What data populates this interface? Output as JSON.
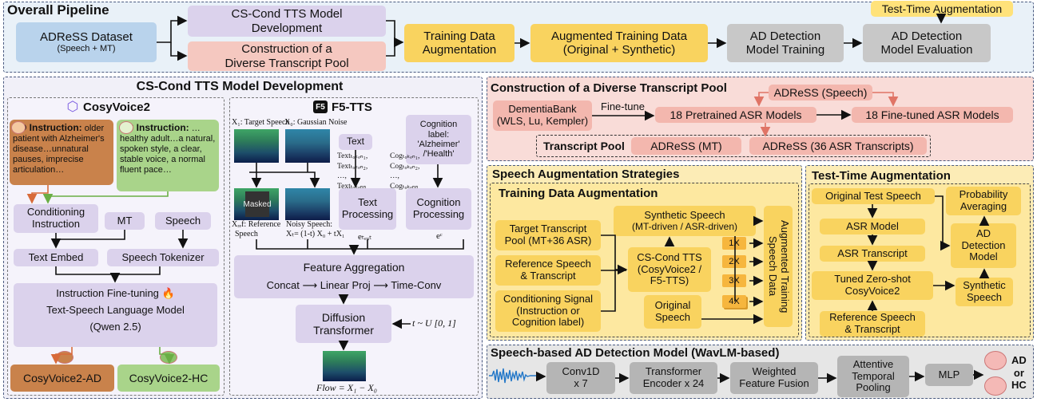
{
  "overall": {
    "title": "Overall Pipeline",
    "tta_label": "Test-Time Augmentation",
    "adress": [
      "ADReSS Dataset",
      "(Speech + MT)"
    ],
    "cscond": [
      "CS-Cond TTS Model",
      "Development"
    ],
    "construction": [
      "Construction of a",
      "Diverse Transcript Pool"
    ],
    "tda": [
      "Training Data",
      "Augmentation"
    ],
    "atd": [
      "Augmented Training Data",
      "(Original + Synthetic)"
    ],
    "adtrain": [
      "AD Detection",
      "Model Training"
    ],
    "adeval": [
      "AD Detection",
      "Model Evaluation"
    ]
  },
  "cscond_dev": {
    "title": "CS-Cond TTS Model Development",
    "cosy": {
      "title": "CosyVoice2",
      "ad_instr_head": "AD Instruction:",
      "ad_instr": "older patient with Alzheimer's disease…unnatural pauses, imprecise articulation…",
      "hc_instr_head": "HC Instruction:",
      "hc_instr": "…healthy adult…a natural, spoken style, a clear, stable voice, a normal fluent pace…",
      "cond_instr": [
        "Conditioning",
        "Instruction"
      ],
      "mt": "MT",
      "speech": "Speech",
      "text_embed": "Text Embed",
      "speech_tok": "Speech Tokenizer",
      "ift": "Instruction Fine-tuning",
      "tslm": "Text-Speech Language Model",
      "qwen": "(Qwen 2.5)",
      "out_ad": "CosyVoice2-AD",
      "out_hc": "CosyVoice2-HC"
    },
    "f5": {
      "badge": "F5",
      "title": "F5-TTS",
      "x1": "X₁: Target Speech",
      "x0": "X₀: Gaussian Noise",
      "text": "Text",
      "cog_label": [
        "Cognition",
        "label:",
        "'Alzheimer'",
        "/'Health'"
      ],
      "text_tokens": [
        "Textₜₒₖₑₙ₁,",
        "Textₜₒₖₑₙ₂,",
        "…,",
        "Textₜₒₖₑₙₙ"
      ],
      "cog_tokens": [
        "Cogₜₒₖₑₙ₁,",
        "Cogₜₒₖₑₙ₂,",
        "…,",
        "Cogₜₒₖₑₙₙ"
      ],
      "masked": "Masked",
      "xref": [
        "Xᵣₑf: Reference",
        "Speech"
      ],
      "noisy": [
        "Noisy Speech:",
        "Xₜ= (1-t) X₀ + tX₁"
      ],
      "text_proc": [
        "Text",
        "Processing"
      ],
      "cog_proc": [
        "Cognition",
        "Processing"
      ],
      "e_text": "eₜₑₓₜ",
      "e_c": "eᶜ",
      "feat_agg": "Feature Aggregation",
      "concat": "Concat ⟶ Linear Proj ⟶ Time-Conv",
      "diff": [
        "Diffusion",
        "Transformer"
      ],
      "t_dist": "t ~ U [0, 1]",
      "flow": "Flow = X₁ − X₀"
    }
  },
  "pool": {
    "title": "Construction of a Diverse Transcript Pool",
    "dementia": [
      "DementiaBank",
      "(WLS, Lu, Kempler)"
    ],
    "finetune": "Fine-tune",
    "pretrained": "18 Pretrained ASR Models",
    "adress_speech": "ADReSS (Speech)",
    "finetuned": "18 Fine-tuned ASR Models",
    "tp_label": "Transcript Pool",
    "adress_mt": "ADReSS (MT)",
    "adress_asr": "ADReSS (36 ASR Transcripts)"
  },
  "sas": {
    "title": "Speech Augmentation Strategies",
    "tda_title": "Training Data Augmentation",
    "target": [
      "Target Transcript",
      "Pool (MT+36 ASR)"
    ],
    "ref": [
      "Reference Speech",
      "& Transcript"
    ],
    "cond": [
      "Conditioning Signal",
      "(Instruction or",
      "Cognition label)"
    ],
    "synth": [
      "Synthetic Speech",
      "(MT-driven / ASR-driven)"
    ],
    "cstts": [
      "CS-Cond TTS",
      "(CosyVoice2 /",
      "F5-TTS)"
    ],
    "orig": [
      "Original",
      "Speech"
    ],
    "mult": [
      "1X",
      "2X",
      "3X",
      "4X"
    ],
    "aug": [
      "Augmented Training",
      "Speech Data"
    ]
  },
  "tta": {
    "title": "Test-Time Augmentation",
    "orig_test": "Original Test Speech",
    "prob": [
      "Probability",
      "Averaging"
    ],
    "asr_model": "ASR Model",
    "asr_trans": "ASR Transcript",
    "ad_model": [
      "AD",
      "Detection",
      "Model"
    ],
    "tuned": [
      "Tuned Zero-shot",
      "CosyVoice2"
    ],
    "synth": [
      "Synthetic",
      "Speech"
    ],
    "ref": [
      "Reference Speech",
      "& Transcript"
    ]
  },
  "wavlm": {
    "title": "Speech-based AD Detection Model (WavLM-based)",
    "conv": [
      "Conv1D",
      "x 7"
    ],
    "trans": [
      "Transformer",
      "Encoder x 24"
    ],
    "wff": [
      "Weighted",
      "Feature Fusion"
    ],
    "atp": [
      "Attentive",
      "Temporal",
      "Pooling"
    ],
    "mlp": "MLP",
    "out": [
      "AD",
      "or",
      "HC"
    ]
  },
  "colors": {
    "blue": "#b9d3ec",
    "pink": "#f5c8c0",
    "yellow": "#f9d35f",
    "gray": "#c8c8c8",
    "lavender": "#dbd2ec",
    "ad_brown": "#c9824b",
    "hc_green": "#a9d48a"
  }
}
